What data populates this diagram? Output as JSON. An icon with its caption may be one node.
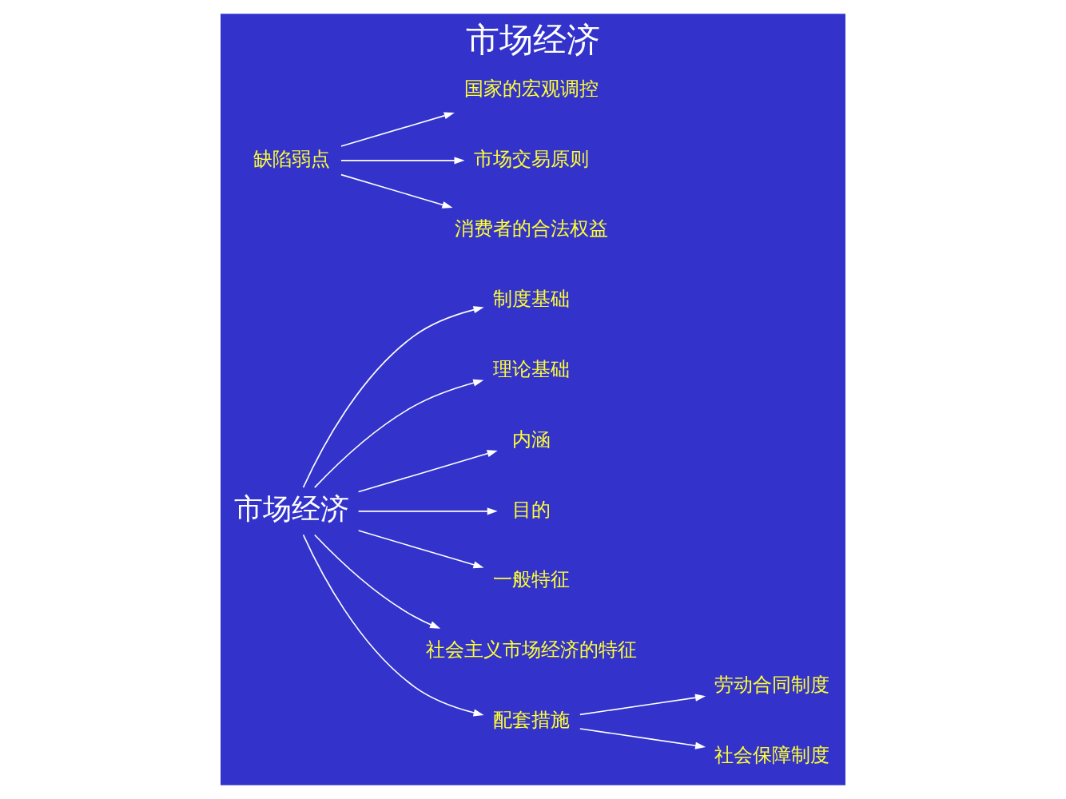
{
  "diagram": {
    "title": "市场经济",
    "nodes": [
      {
        "text": [
          "市场经济"
        ]
      },
      {
        "text": [
          "制度基础"
        ]
      },
      {
        "text": [
          "理论基础"
        ]
      },
      {
        "text": [
          "内涵"
        ]
      },
      {
        "text": [
          "目的"
        ]
      },
      {
        "text": [
          "一般特征"
        ]
      },
      {
        "text": [
          "缺陷弱点"
        ]
      },
      {
        "text": [
          "国家的宏观调控"
        ]
      },
      {
        "text": [
          "市场交易原则"
        ]
      },
      {
        "text": [
          "消费者的合法权益"
        ]
      },
      {
        "text": [
          "社会主义市场经济的特征"
        ]
      },
      {
        "text": [
          "配套措施"
        ]
      },
      {
        "text": [
          "劳动合同制度"
        ]
      },
      {
        "text": [
          "社会保障制度"
        ]
      }
    ],
    "edges": [
      {
        "from": 0,
        "to": 1,
        "arrow": "to"
      },
      {
        "from": 0,
        "to": 2,
        "arrow": "to"
      },
      {
        "from": 0,
        "to": 3,
        "arrow": "to"
      },
      {
        "from": 0,
        "to": 4,
        "arrow": "to"
      },
      {
        "from": 0,
        "to": 5,
        "arrow": "to"
      },
      {
        "from": 0,
        "to": 10,
        "arrow": "to"
      },
      {
        "from": 0,
        "to": 11,
        "arrow": "to"
      },
      {
        "from": 6,
        "to": 7,
        "arrow": "to"
      },
      {
        "from": 6,
        "to": 8,
        "arrow": "to"
      },
      {
        "from": 6,
        "to": 9,
        "arrow": "to"
      },
      {
        "from": 11,
        "to": 12,
        "arrow": "to"
      },
      {
        "from": 11,
        "to": 13,
        "arrow": "to"
      }
    ]
  }
}
